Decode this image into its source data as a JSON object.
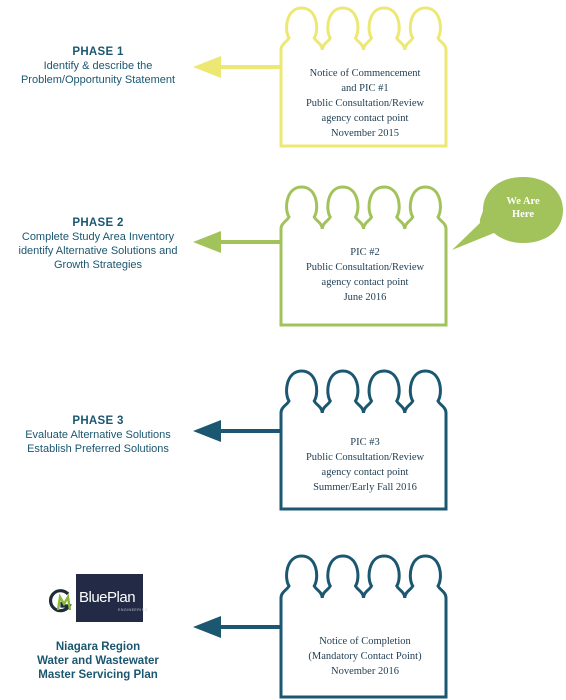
{
  "phases": [
    {
      "title": "PHASE 1",
      "lines": [
        "Identify & describe the",
        "Problem/Opportunity Statement"
      ],
      "color": "#ede874"
    },
    {
      "title": "PHASE 2",
      "lines": [
        "Complete Study Area Inventory",
        "identify Alternative Solutions and",
        "Growth Strategies"
      ],
      "color": "#a2c25c"
    },
    {
      "title": "PHASE 3",
      "lines": [
        "Evaluate Alternative Solutions",
        "Establish Preferred Solutions"
      ],
      "color": "#1b5770"
    },
    {
      "title": "",
      "lines": [],
      "color": "#1b5770"
    }
  ],
  "boxes": [
    [
      "Notice of Commencement",
      "and PIC #1",
      "Public Consultation/Review",
      "agency contact point",
      "November 2015"
    ],
    [
      "PIC #2",
      "Public Consultation/Review",
      "agency contact point",
      "June 2016"
    ],
    [
      "PIC #3",
      "Public Consultation/Review",
      "agency contact point",
      "Summer/Early Fall 2016"
    ],
    [
      "Notice of Completion",
      "(Mandatory Contact Point)",
      "November 2016"
    ]
  ],
  "callout": {
    "lines": [
      "We Are",
      "Here"
    ],
    "color": "#a2c25c"
  },
  "logo": {
    "word": "BluePlan",
    "sub": "ENGINEERING"
  },
  "caption": [
    "Niagara Region",
    "Water and Wastewater",
    "Master Servicing Plan"
  ]
}
